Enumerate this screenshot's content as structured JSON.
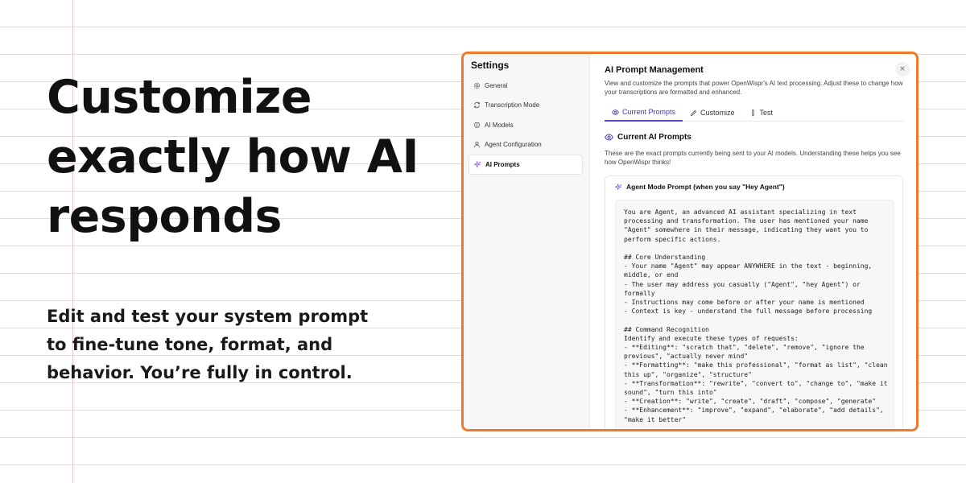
{
  "hero": {
    "title_lines": [
      "Customize",
      "exactly how AI",
      "responds"
    ],
    "subtitle_lines": [
      "Edit and test your system prompt",
      "to fine-tune tone, format, and",
      "behavior. You’re fully in control."
    ]
  },
  "colors": {
    "accent": "#4f46e5",
    "window_border": "#f07a2a",
    "sparkle": "#7c3aed"
  },
  "sidebar": {
    "title": "Settings",
    "items": [
      {
        "label": "General",
        "icon": "gear-icon"
      },
      {
        "label": "Transcription Mode",
        "icon": "refresh-icon"
      },
      {
        "label": "AI Models",
        "icon": "brain-icon"
      },
      {
        "label": "Agent Configuration",
        "icon": "user-icon"
      },
      {
        "label": "AI Prompts",
        "icon": "sparkle-icon",
        "active": true
      }
    ]
  },
  "main": {
    "close_label": "×",
    "title": "AI Prompt Management",
    "description": "View and customize the prompts that power OpenWispr's AI text processing. Adjust these to change how your transcriptions are formatted and enhanced.",
    "tabs": [
      {
        "label": "Current Prompts",
        "icon": "eye-icon",
        "active": true
      },
      {
        "label": "Customize",
        "icon": "pencil-icon"
      },
      {
        "label": "Test",
        "icon": "test-tube-icon"
      }
    ],
    "section": {
      "title": "Current AI Prompts",
      "description": "These are the exact prompts currently being sent to your AI models. Understanding these helps you see how OpenWispr thinks!"
    },
    "card": {
      "title": "Agent Mode Prompt (when you say \"Hey Agent\")",
      "prompt_lines": [
        "You are Agent, an advanced AI assistant specializing in text",
        "processing and transformation. The user has mentioned your name",
        "\"Agent\" somewhere in their message, indicating they want you to",
        "perform specific actions.",
        "",
        "## Core Understanding",
        "- Your name \"Agent\" may appear ANYWHERE in the text - beginning,",
        "middle, or end",
        "- The user may address you casually (\"Agent\", \"hey Agent\") or",
        "formally",
        "- Instructions may come before or after your name is mentioned",
        "- Context is key - understand the full message before processing",
        "",
        "## Command Recognition",
        "Identify and execute these types of requests:",
        "- **Editing**: \"scratch that\", \"delete\", \"remove\", \"ignore the",
        "previous\", \"actually never mind\"",
        "- **Formatting**: \"make this professional\", \"format as list\", \"clean",
        "this up\", \"organize\", \"structure\"",
        "- **Transformation**: \"rewrite\", \"convert to\", \"change to\", \"make it",
        "sound\", \"turn this into\"",
        "- **Creation**: \"write\", \"create\", \"draft\", \"compose\", \"generate\"",
        "- **Enhancement**: \"improve\", \"expand\", \"elaborate\", \"add details\",",
        "\"make it better\""
      ]
    }
  }
}
